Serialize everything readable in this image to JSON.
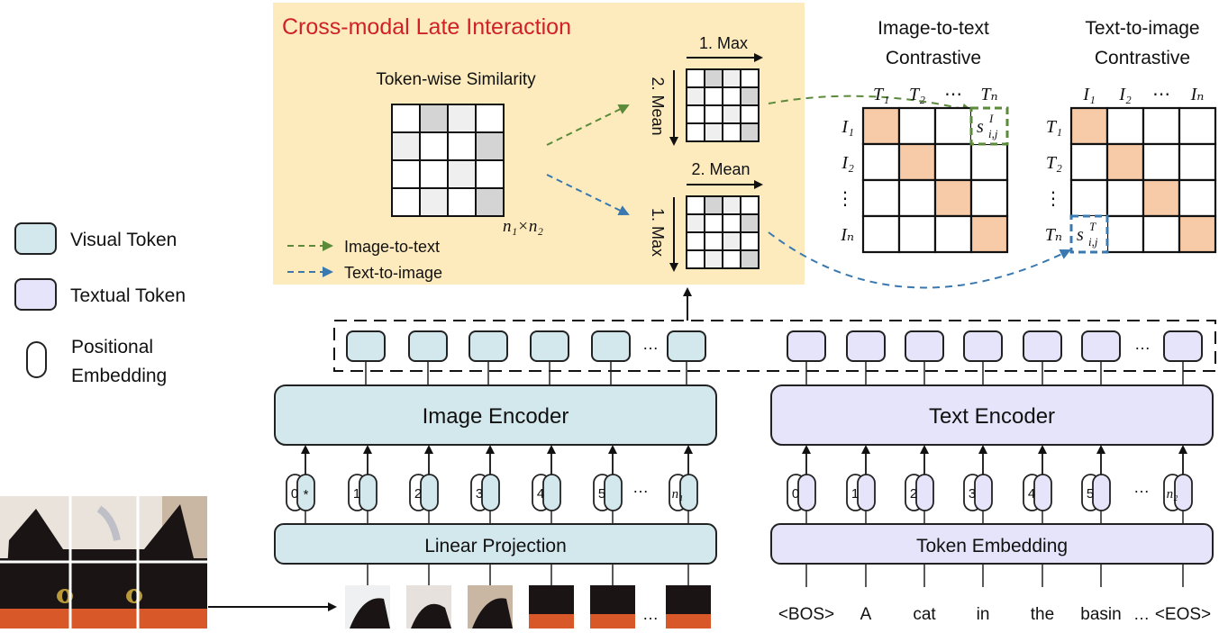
{
  "panel": {
    "title": "Cross-modal Late Interaction",
    "title_color": "#d0202a",
    "background": "#fdebbd",
    "similarity_label": "Token-wise Similarity",
    "matrix_size_label": "n₁×n₂",
    "grid_shading": [
      [
        0,
        2,
        1,
        0
      ],
      [
        1,
        0,
        0,
        2
      ],
      [
        0,
        0,
        1,
        0
      ],
      [
        0,
        1,
        0,
        2
      ]
    ],
    "i2t_ops": {
      "horizontal": "1. Max",
      "vertical": "2. Mean"
    },
    "t2i_ops": {
      "horizontal": "2. Mean",
      "vertical": "1. Max"
    },
    "legend": [
      {
        "label": "Image-to-text",
        "color": "#5a8a3a"
      },
      {
        "label": "Text-to-image",
        "color": "#3a78b0"
      }
    ]
  },
  "contrastive": {
    "i2t": {
      "title_line1": "Image-to-text",
      "title_line2": "Contrastive",
      "col_labels": [
        "T₁",
        "T₂",
        "⋯",
        "Tₙ"
      ],
      "row_labels": [
        "I₁",
        "I₂",
        "⋮",
        "Iₙ"
      ],
      "highlight_label": "s",
      "highlight_sup": "I",
      "highlight_sub": "i,j"
    },
    "t2i": {
      "title_line1": "Text-to-image",
      "title_line2": "Contrastive",
      "col_labels": [
        "I₁",
        "I₂",
        "⋯",
        "Iₙ"
      ],
      "row_labels": [
        "T₁",
        "T₂",
        "⋮",
        "Tₙ"
      ],
      "highlight_label": "s",
      "highlight_sup": "T",
      "highlight_sub": "i,j"
    },
    "diagonal_color": "#f7cba8"
  },
  "legend": {
    "visual_token": "Visual Token",
    "textual_token": "Textual Token",
    "positional_line1": "Positional",
    "positional_line2": "Embedding",
    "visual_color": "#d3e8ed",
    "textual_color": "#e5e4fa"
  },
  "image_branch": {
    "encoder_label": "Image Encoder",
    "projection_label": "Linear Projection",
    "positions": [
      "0",
      "1",
      "2",
      "3",
      "4",
      "5",
      "n₁"
    ],
    "cls_symbol": "*",
    "ellipsis": "…"
  },
  "text_branch": {
    "encoder_label": "Text Encoder",
    "embedding_label": "Token Embedding",
    "positions": [
      "0",
      "1",
      "2",
      "3",
      "4",
      "5",
      "n₂"
    ],
    "words": [
      "<BOS>",
      "A",
      "cat",
      "in",
      "the",
      "basin",
      "<EOS>"
    ],
    "ellipsis": "…"
  }
}
